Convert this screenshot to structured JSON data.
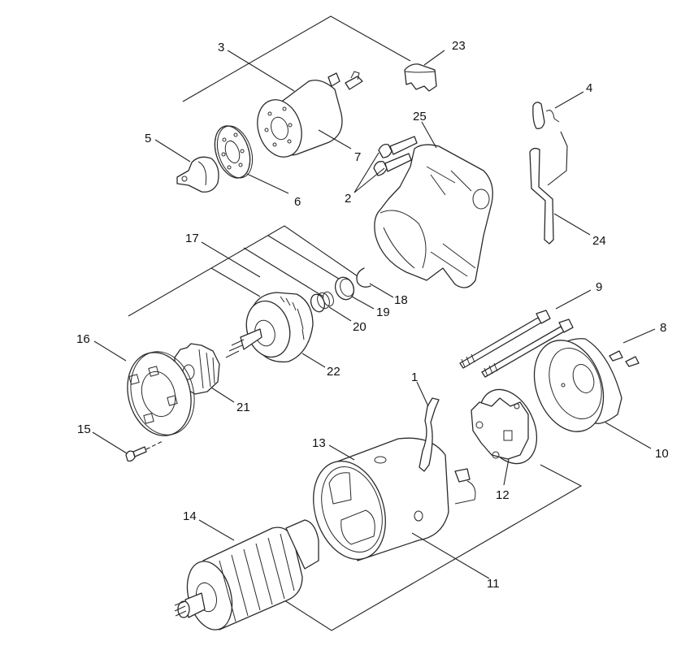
{
  "diagram": {
    "title": "Starter motor exploded view",
    "background": "#ffffff",
    "line_color": "#222222",
    "callouts": [
      {
        "id": "1",
        "label": "1"
      },
      {
        "id": "2",
        "label": "2"
      },
      {
        "id": "3",
        "label": "3"
      },
      {
        "id": "4",
        "label": "4"
      },
      {
        "id": "5",
        "label": "5"
      },
      {
        "id": "6",
        "label": "6"
      },
      {
        "id": "7",
        "label": "7"
      },
      {
        "id": "8",
        "label": "8"
      },
      {
        "id": "9",
        "label": "9"
      },
      {
        "id": "10",
        "label": "10"
      },
      {
        "id": "11",
        "label": "11"
      },
      {
        "id": "12",
        "label": "12"
      },
      {
        "id": "13",
        "label": "13"
      },
      {
        "id": "14",
        "label": "14"
      },
      {
        "id": "15",
        "label": "15"
      },
      {
        "id": "16",
        "label": "16"
      },
      {
        "id": "17",
        "label": "17"
      },
      {
        "id": "18",
        "label": "18"
      },
      {
        "id": "19",
        "label": "19"
      },
      {
        "id": "20",
        "label": "20"
      },
      {
        "id": "21",
        "label": "21"
      },
      {
        "id": "22",
        "label": "22"
      },
      {
        "id": "23",
        "label": "23"
      },
      {
        "id": "24",
        "label": "24"
      },
      {
        "id": "25",
        "label": "25"
      }
    ]
  }
}
